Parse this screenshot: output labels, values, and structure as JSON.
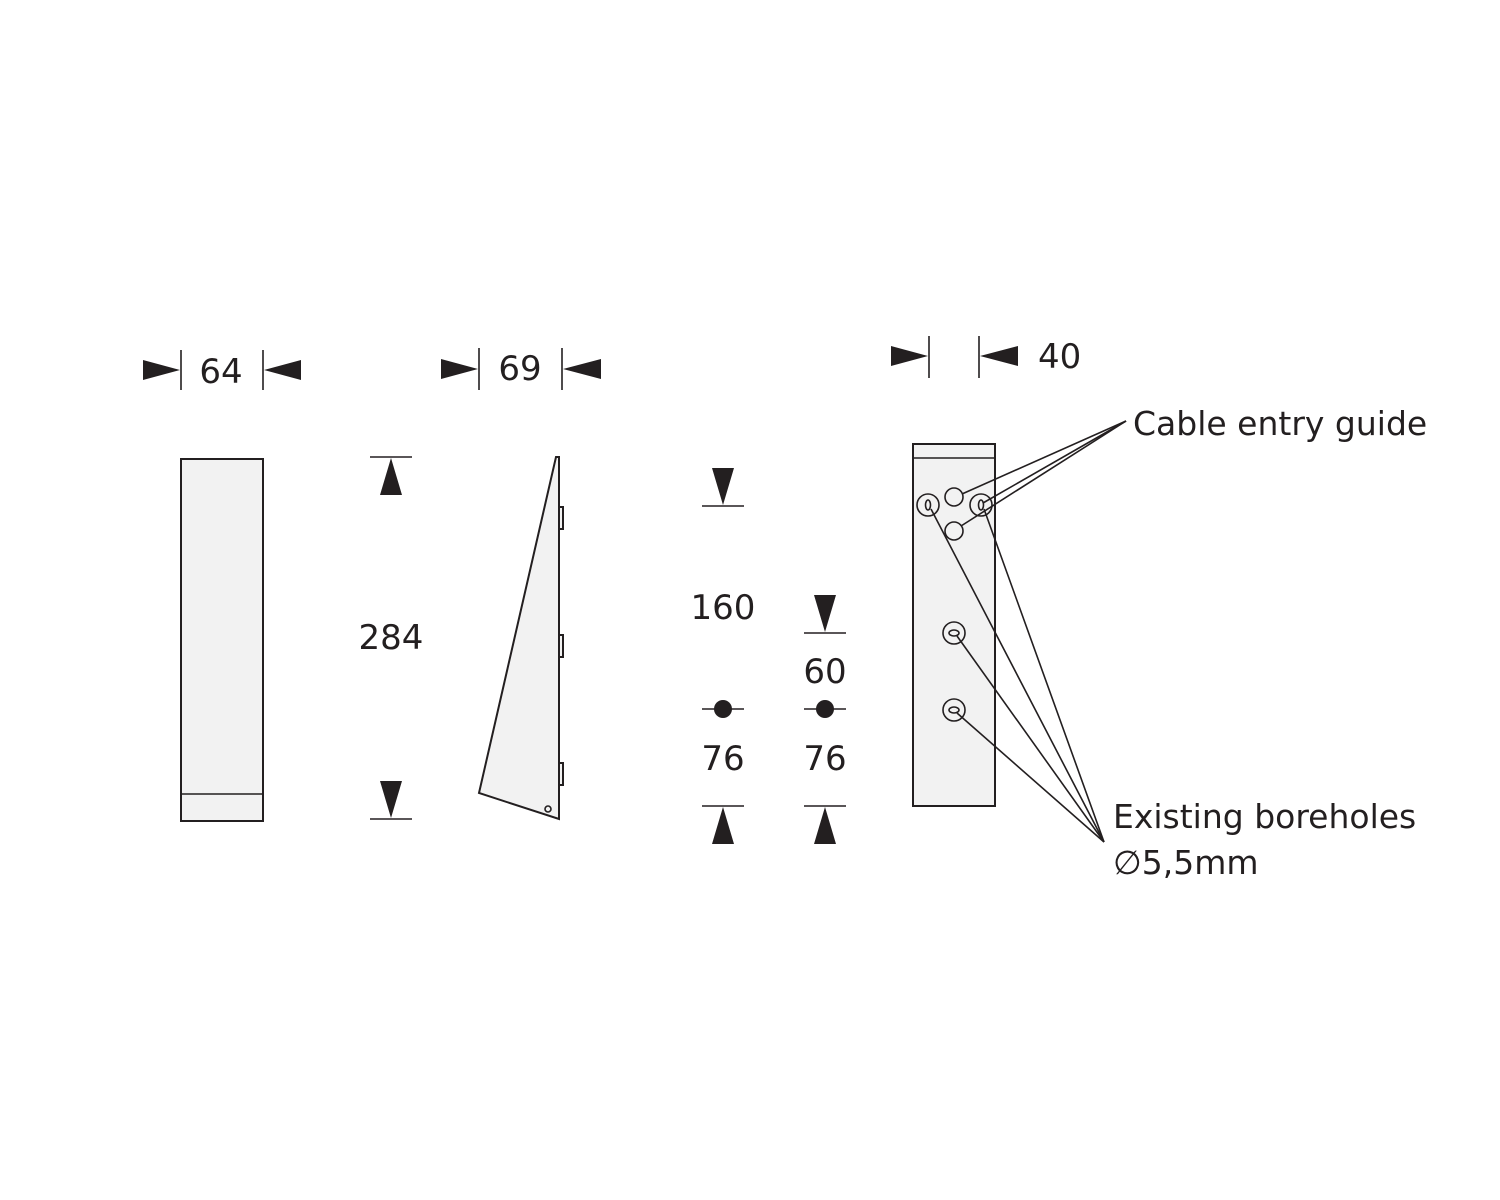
{
  "dimensions": {
    "front_width": "64",
    "height": "284",
    "side_depth": "69",
    "spacing_top": "160",
    "spacing_mid": "60",
    "spacing_bottom_left": "76",
    "spacing_bottom_right": "76",
    "back_width": "40"
  },
  "callouts": {
    "cable_entry": "Cable entry guide",
    "boreholes": "Existing boreholes",
    "borehole_size": "∅5,5mm"
  },
  "colors": {
    "line": "#231f20",
    "fill": "#f2f2f2"
  }
}
